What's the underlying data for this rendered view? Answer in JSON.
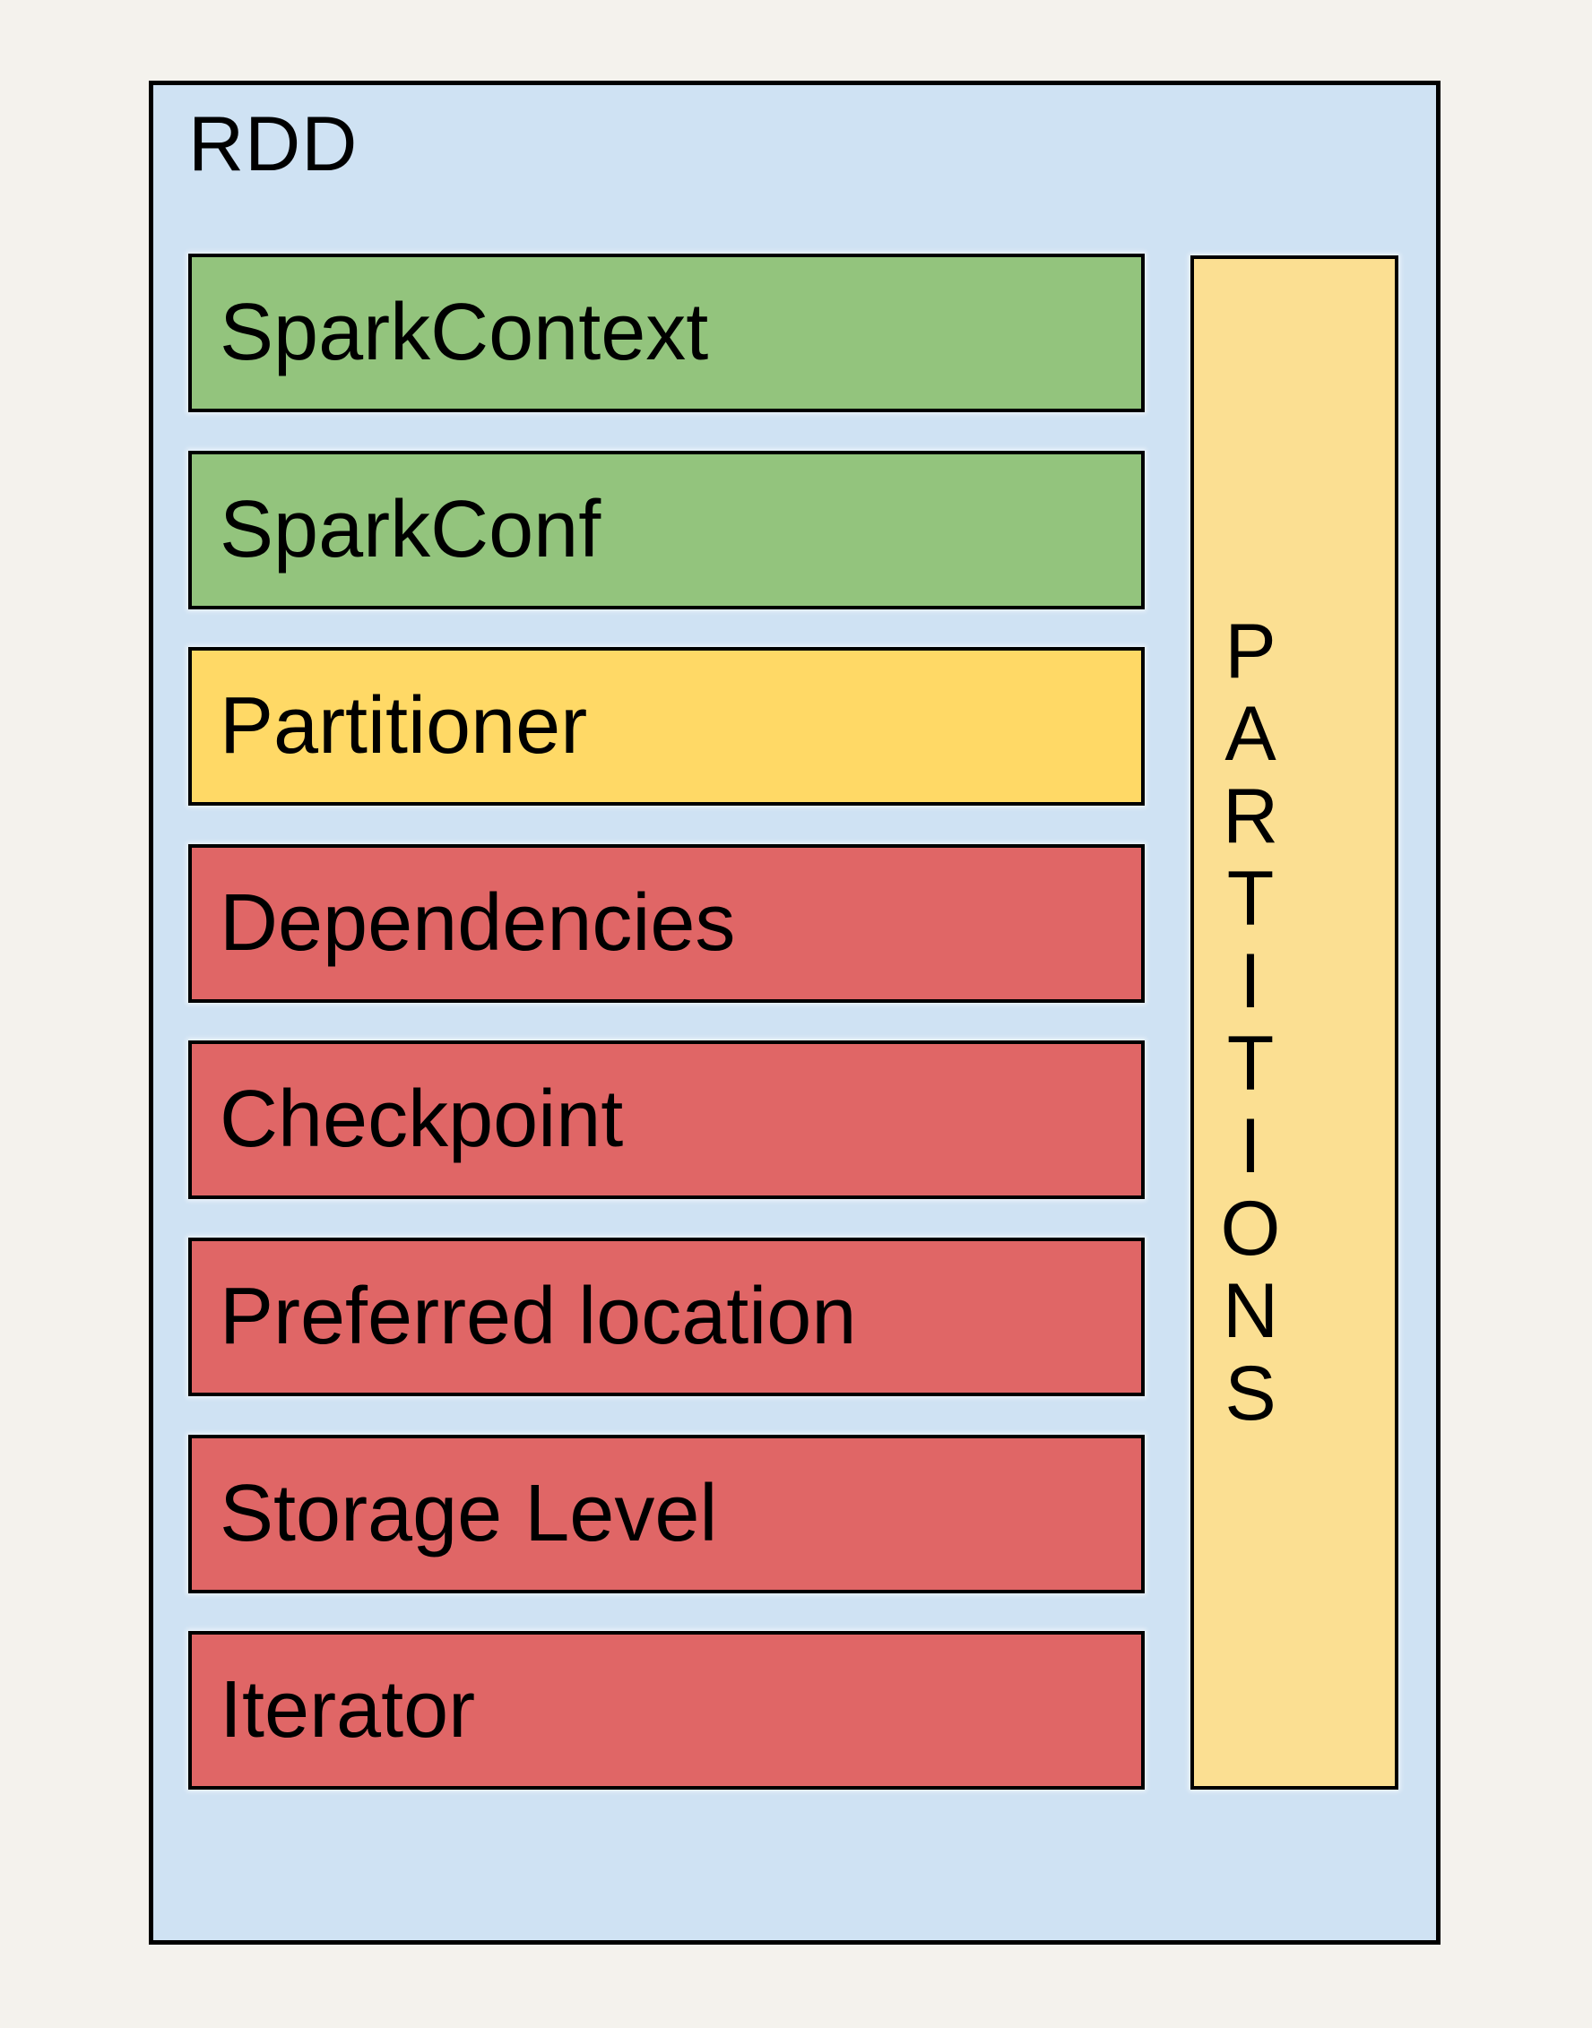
{
  "diagram": {
    "title": "RDD",
    "attributes": [
      {
        "label": "SparkContext",
        "color": "green"
      },
      {
        "label": "SparkConf",
        "color": "green"
      },
      {
        "label": "Partitioner",
        "color": "yellow"
      },
      {
        "label": "Dependencies",
        "color": "red"
      },
      {
        "label": "Checkpoint",
        "color": "red"
      },
      {
        "label": "Preferred location",
        "color": "red"
      },
      {
        "label": "Storage Level",
        "color": "red"
      },
      {
        "label": "Iterator",
        "color": "red"
      }
    ],
    "partitions_label": "PARTITIONS",
    "colors": {
      "green": "#93C47D",
      "yellow": "#FFD966",
      "red": "#E06666",
      "light_yellow": "#FBDF92",
      "container_blue": "#CFE2F3",
      "page_background": "#F4F2ED",
      "border": "#000000"
    }
  }
}
